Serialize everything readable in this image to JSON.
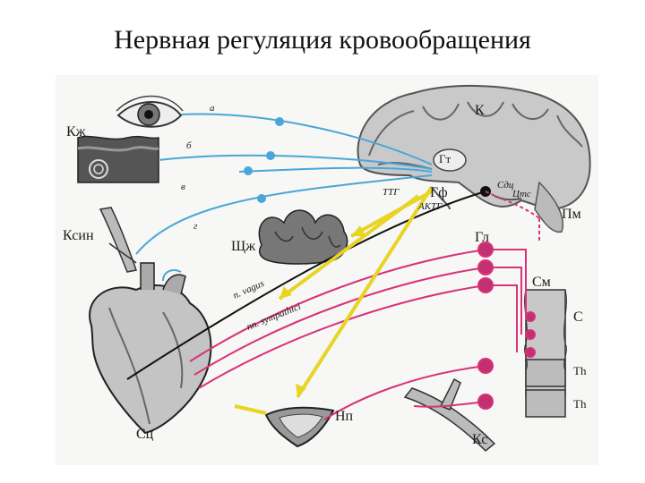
{
  "title": "Нервная регуляция кровообращения",
  "labels": {
    "cortex": "К",
    "skin": "Кж",
    "vessel_sinus": "Ксин",
    "thyroid": "Щж",
    "hypothalamus": "Гт",
    "pituitary": "Гф",
    "ttg": "ТТГ",
    "actg": "АКТГ",
    "medulla": "Пм",
    "center_vasomotor": "Сдц",
    "center_cardiac": "Цтс",
    "ganglia": "Гл",
    "spinal": "См",
    "spinal_c": "C",
    "th1": "Th",
    "th2": "Th",
    "adrenal": "Нп",
    "heart_center": "Сц",
    "vessels": "Кс",
    "vagus": "n. vagus",
    "sympathici": "nn. sympathici",
    "path_a": "а",
    "path_b": "б",
    "path_v": "в",
    "path_g": "г"
  },
  "colors": {
    "afferent": "#4aa6d8",
    "sympathetic": "#d8327a",
    "hormonal": "#e8d424",
    "vagus": "#111111"
  }
}
